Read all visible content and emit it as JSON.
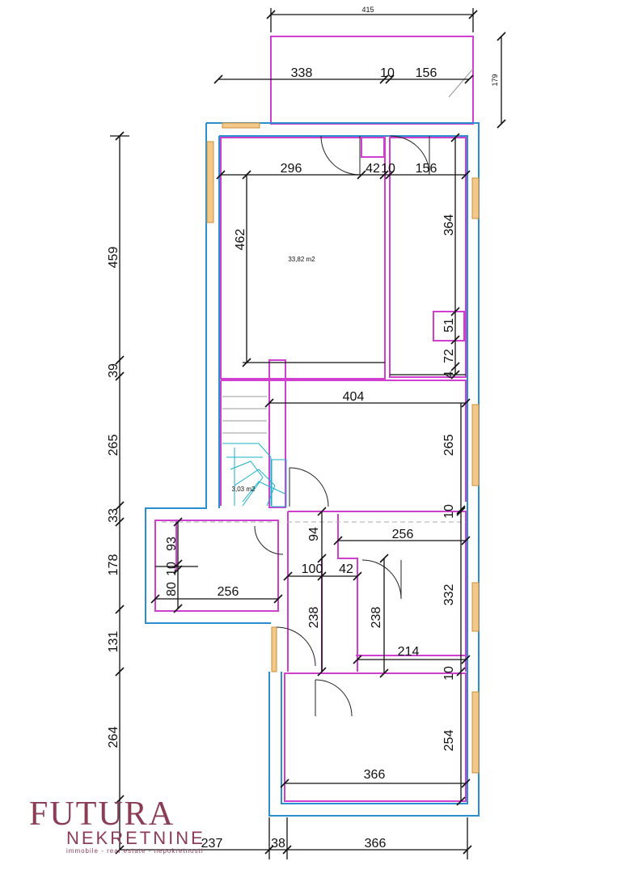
{
  "plan": {
    "areas": {
      "living_room": "33,82 m2",
      "stairs": "3,03 m2"
    },
    "dimensions": {
      "balcony_width": "415",
      "balcony_depth": "179",
      "balcony_seg1": "338",
      "balcony_seg2": "10",
      "balcony_seg3": "156",
      "room1_width": "296",
      "wall_a": "42",
      "wall_b": "10",
      "room2_width": "156",
      "room1_depth": "462",
      "room2_depth": "364",
      "left_total_top": "459",
      "left_39": "39",
      "niche_51": "51",
      "niche_72": "72",
      "niche_4": "4",
      "hall_width": "404",
      "left_265": "265",
      "hall_depth": "265",
      "left_33": "33",
      "wall_10_right": "10",
      "left_178": "178",
      "bath_93": "93",
      "bath_10": "10",
      "bath_80": "80",
      "bath_width": "256",
      "corr_94": "94",
      "room3_width": "256",
      "corr_100": "100",
      "corr_42": "42",
      "room3_depth": "332",
      "left_131": "131",
      "corr_238": "238",
      "closet_238": "238",
      "closet_214": "214",
      "wall_10_lower": "10",
      "left_264": "264",
      "room4_depth": "254",
      "room4_width": "366",
      "bottom_237": "237",
      "bottom_38": "38",
      "bottom_366": "366"
    }
  },
  "logo": {
    "brand": "FUTURA",
    "brand_sub": "NEKRETNINE",
    "tagline": "immobile - real estate - nepokretnosti"
  },
  "colors": {
    "outer_wall": "#2a8fd0",
    "inner_wall": "#d13fd1",
    "window": "#f2c98a",
    "stairs": "#18b0c8",
    "logo": "#8a3d55"
  }
}
